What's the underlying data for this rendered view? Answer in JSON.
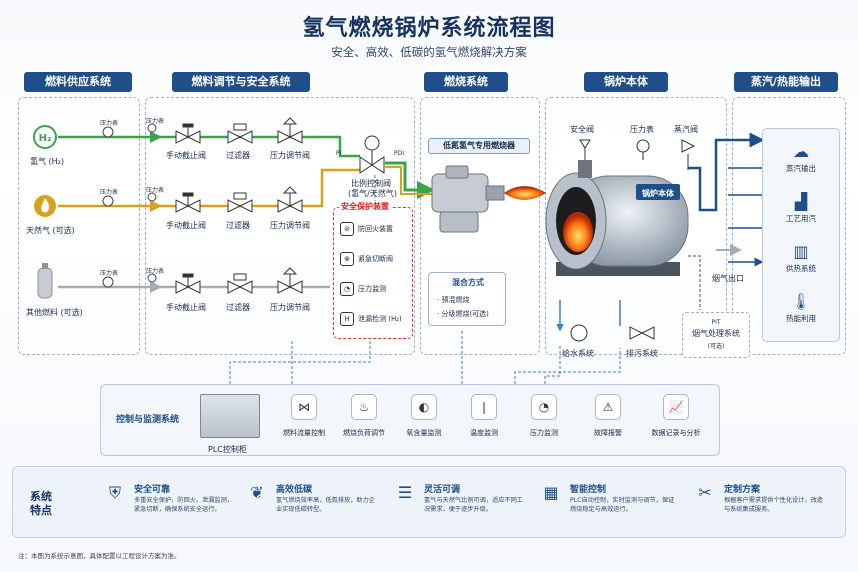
{
  "header": {
    "title": "氢气燃烧锅炉系统流程图",
    "subtitle": "安全、高效、低碳的氢气燃烧解决方案"
  },
  "sections": {
    "fuel_supply": "燃料供应系统",
    "regulation": "燃料调节与安全系统",
    "combustion": "燃烧系统",
    "boiler": "锅炉本体",
    "output": "蒸汽/热能输出"
  },
  "fuels": {
    "h2": "氢气 (H₂)",
    "ng": "天然气 (可选)",
    "other": "其他燃料 (可选)",
    "h2_symbol": "H₂"
  },
  "pipeline_labels": {
    "pressure_gauge": "压力表",
    "manual_valve": "手动截止阀",
    "filter": "过滤器",
    "regulator": "压力调节阀",
    "proportional_valve": "比例控制阀",
    "proportional_valve_sub": "(氢气/天然气)",
    "motor": "M",
    "tag_pi": "PI",
    "tag_pdi": "PDI",
    "tag_pit": "PIT"
  },
  "safety": {
    "title": "安全保护装置",
    "items": [
      "防回火装置",
      "紧急切断阀",
      "压力监测",
      "泄漏检测 (H₂)"
    ]
  },
  "combustion": {
    "burner_title": "低氮氢气专用燃烧器",
    "mix_title": "混合方式",
    "mix_items": [
      "· 预混燃烧",
      "· 分级燃烧(可选)"
    ]
  },
  "boiler": {
    "body_label": "锅炉本体",
    "safety_valve": "安全阀",
    "pressure_gauge": "压力表",
    "steam_valve": "蒸汽阀",
    "flue_outlet": "烟气出口",
    "flue_treatment": "烟气处理系统",
    "flue_treatment_sub": "(可选)",
    "feedwater": "给水系统",
    "blowdown": "排污系统"
  },
  "outputs": [
    "蒸汽输出",
    "工艺用汽",
    "供热系统",
    "热能利用"
  ],
  "control": {
    "title": "控制与监测系统",
    "plc_label": "PLC控制柜",
    "items": [
      "燃料流量控制",
      "燃烧负荷调节",
      "氧含量监测",
      "温度监测",
      "压力监测",
      "故障报警",
      "数据记录与分析"
    ]
  },
  "features": {
    "heading_line1": "系统",
    "heading_line2": "特点",
    "items": [
      {
        "title": "安全可靠",
        "desc": "多重安全保护，防回火、泄漏监测，紧急切断，确保系统安全运行。"
      },
      {
        "title": "高效低碳",
        "desc": "氢气燃烧效率高，低氮排放，助力企业实现低碳转型。"
      },
      {
        "title": "灵活可调",
        "desc": "氢气与天然气比例可调，适应不同工况需求，便于逐步升级。"
      },
      {
        "title": "智能控制",
        "desc": "PLC自动控制，实时监测与调节，保证燃烧稳定与高效运行。"
      },
      {
        "title": "定制方案",
        "desc": "根据客户需求提供个性化设计，改造与系统集成服务。"
      }
    ]
  },
  "footnote": "注：本图为系统示意图，具体配置以工程设计方案为准。",
  "colors": {
    "h2_line": "#3da34a",
    "ng_line": "#d6a21e",
    "other_line": "#a6acb4",
    "steam_line": "#1f4f8a",
    "accent": "#1f4f8a",
    "safety_red": "#d22222"
  }
}
